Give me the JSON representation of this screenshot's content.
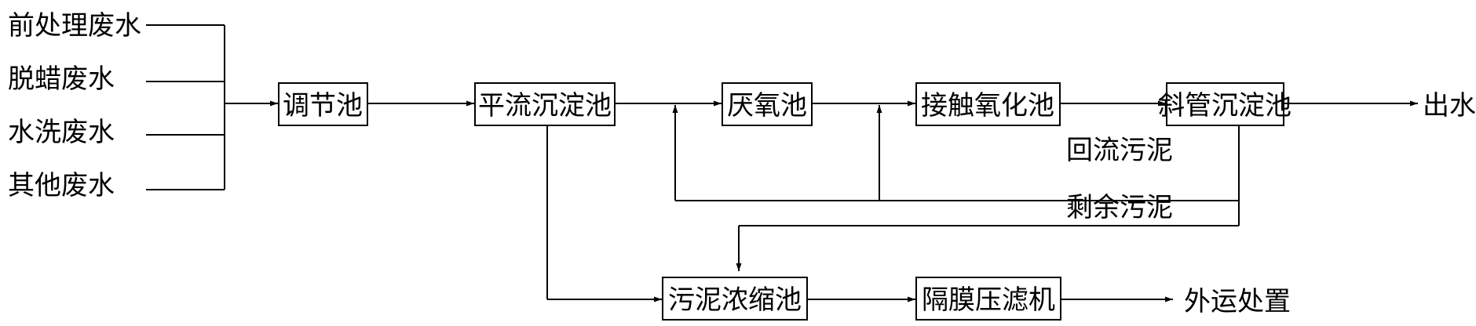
{
  "inputs": [
    "前处理废水",
    "脱蜡废水",
    "水洗废水",
    "其他废水"
  ],
  "boxes": {
    "tiaojie": "调节池",
    "pingliu": "平流沉淀池",
    "yanyang": "厌氧池",
    "jiechu": "接触氧化池",
    "xieguan": "斜管沉淀池",
    "wuni_nongsuo": "污泥浓缩池",
    "gemo": "隔膜压滤机"
  },
  "outputs": {
    "chushui": "出水",
    "waiyun": "外运处置"
  },
  "labels": {
    "huiliu": "回流污泥",
    "shengyu": "剩余污泥"
  }
}
